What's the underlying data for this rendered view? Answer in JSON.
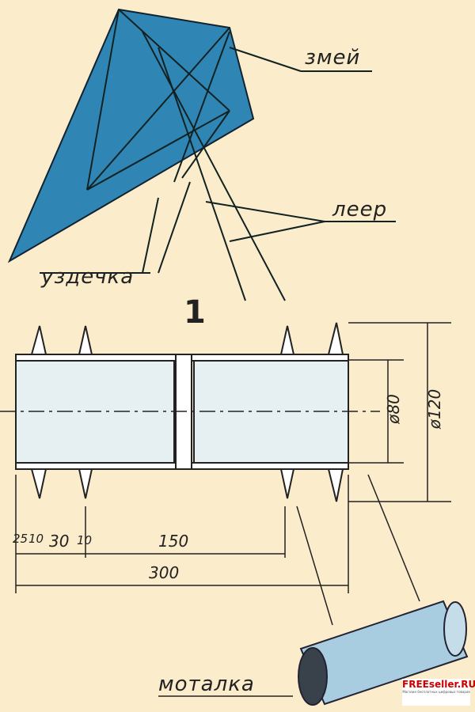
{
  "figure_number": "1",
  "labels": {
    "kite": "змей",
    "line": "леер",
    "bridle": "уздечка",
    "reel": "моталка"
  },
  "dimensions": {
    "d1": "25",
    "d2": "10",
    "d3": "30",
    "d4": "10",
    "d5": "150",
    "total": "300",
    "inner_diameter": "ø80",
    "outer_diameter": "ø120"
  },
  "watermark": {
    "brand": "FREEseller.RU",
    "tagline": "Магазин бесплатных цифровых товаров"
  },
  "colors": {
    "kite": "#2f86b5",
    "background": "#fbeccb",
    "reel": "#a9cde0"
  }
}
